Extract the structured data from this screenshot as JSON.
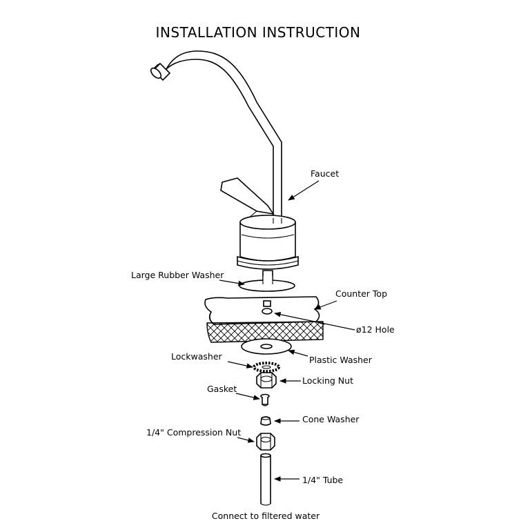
{
  "title": "INSTALLATION  INSTRUCTION",
  "labels": {
    "faucet": "Faucet",
    "large_rubber_washer": "Large Rubber Washer",
    "counter_top": "Counter Top",
    "hole": "ø12 Hole",
    "plastic_washer": "Plastic Washer",
    "lockwasher": "Lockwasher",
    "locking_nut": "Locking Nut",
    "gasket": "Gasket",
    "cone_washer": "Cone Washer",
    "compression_nut": "1/4\" Compression Nut",
    "tube": "1/4\" Tube",
    "footer": "Connect to filtered water"
  },
  "colors": {
    "line": "#000000",
    "background": "#ffffff"
  }
}
